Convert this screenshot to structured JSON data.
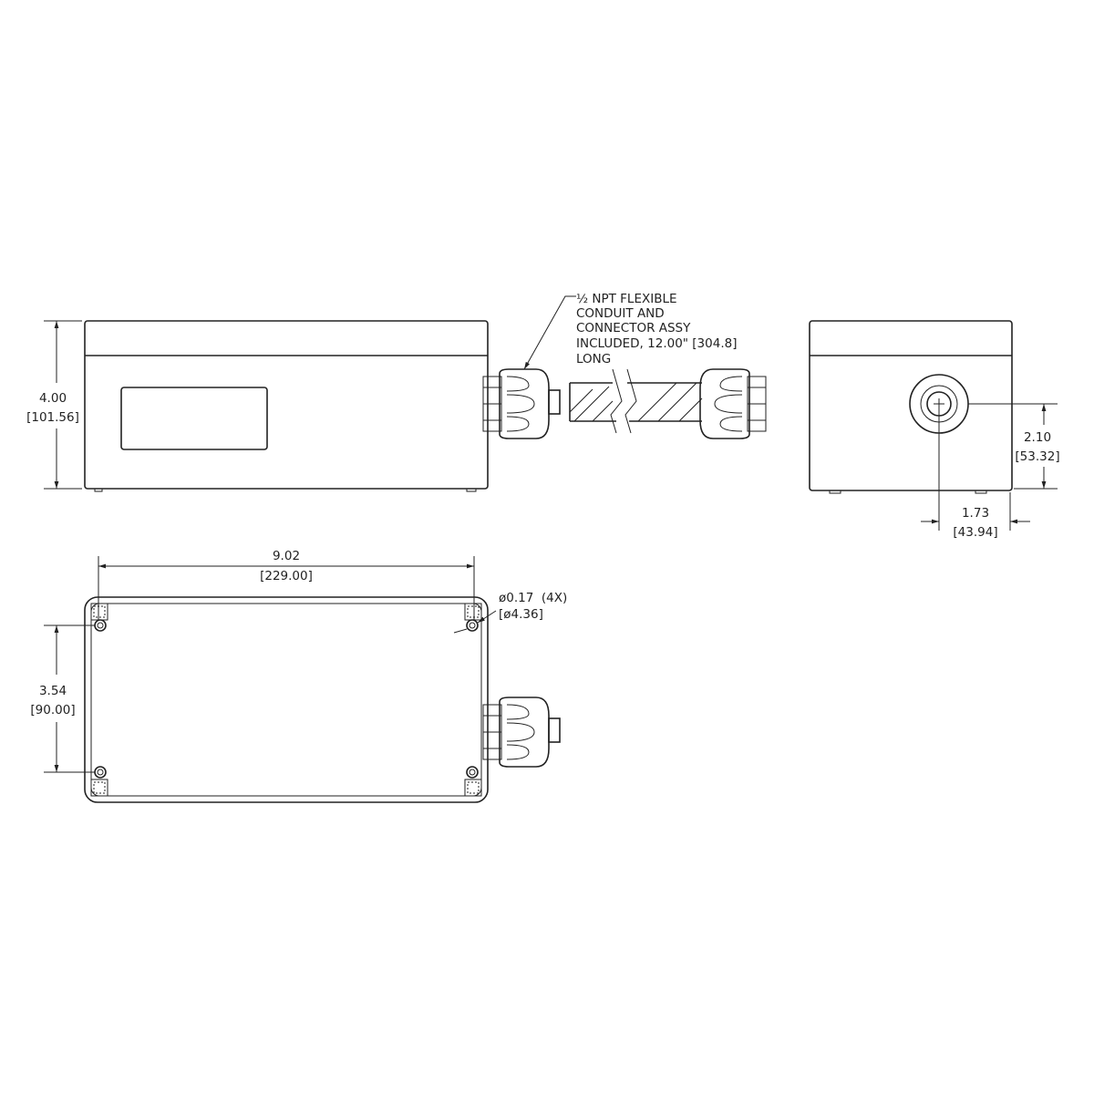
{
  "note": {
    "lines": [
      "½ NPT FLEXIBLE",
      "CONDUIT AND",
      "CONNECTOR ASSY",
      "INCLUDED, 12.00\" [304.8]",
      "LONG"
    ]
  },
  "dimensions": {
    "height": {
      "in": "4.00",
      "mm": "[101.56]"
    },
    "conduit_height": {
      "in": "2.10",
      "mm": "[53.32]"
    },
    "conduit_offset": {
      "in": "1.73",
      "mm": "[43.94]"
    },
    "hole_spacing_x": {
      "in": "9.02",
      "mm": "[229.00]"
    },
    "hole_spacing_y": {
      "in": "3.54",
      "mm": "[90.00]"
    },
    "hole_dia": {
      "in": "ø0.17  (4X)",
      "mm": "[ø4.36]"
    }
  },
  "colors": {
    "ink": "#222222",
    "background": "#ffffff"
  }
}
